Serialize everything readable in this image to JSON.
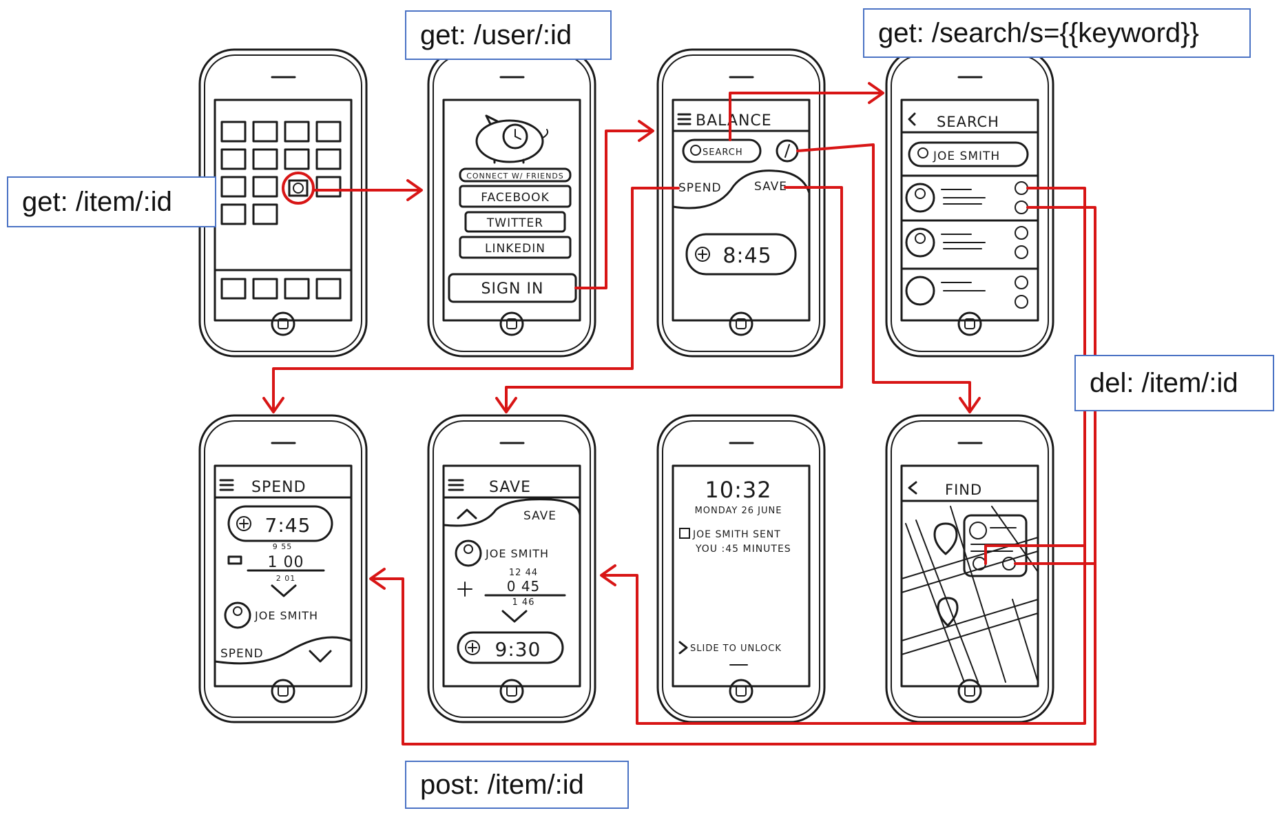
{
  "labels": {
    "get_item": "get: /item/:id",
    "get_user": "get: /user/:id",
    "get_search": "get: /search/s={{keyword}}",
    "del_item": "del: /item/:id",
    "post_item": "post: /item/:id"
  },
  "screens": {
    "login": {
      "connect": "CONNECT W/ FRIENDS",
      "facebook": "FACEBOOK",
      "twitter": "TWITTER",
      "linkedin": "LINKEDIN",
      "signin": "SIGN IN"
    },
    "balance": {
      "title": "BALANCE",
      "search": "SEARCH",
      "spend": "SPEND",
      "save": "SAVE",
      "amount": "8:45"
    },
    "search": {
      "title": "SEARCH",
      "query": "JOE SMITH"
    },
    "spend": {
      "title": "SPEND",
      "amount": "7:45",
      "calc_top": "9  55",
      "calc_mid": "1  00",
      "calc_bot": "2  01",
      "user": "JOE SMITH",
      "button": "SPEND"
    },
    "save": {
      "title": "SAVE",
      "tab_save": "SAVE",
      "user": "JOE SMITH",
      "calc_top": "12  44",
      "calc_mid": "0  45",
      "calc_bot": "1  46",
      "amount": "9:30"
    },
    "lock": {
      "time": "10:32",
      "date": "MONDAY 26 JUNE",
      "msg1": "JOE SMITH SENT",
      "msg2": "YOU :45 MINUTES",
      "slide": "SLIDE TO UNLOCK"
    },
    "find": {
      "title": "FIND"
    }
  },
  "colors": {
    "flow": "#d81515",
    "label_border": "#4a72c4",
    "sketch": "#1a1a1a"
  }
}
